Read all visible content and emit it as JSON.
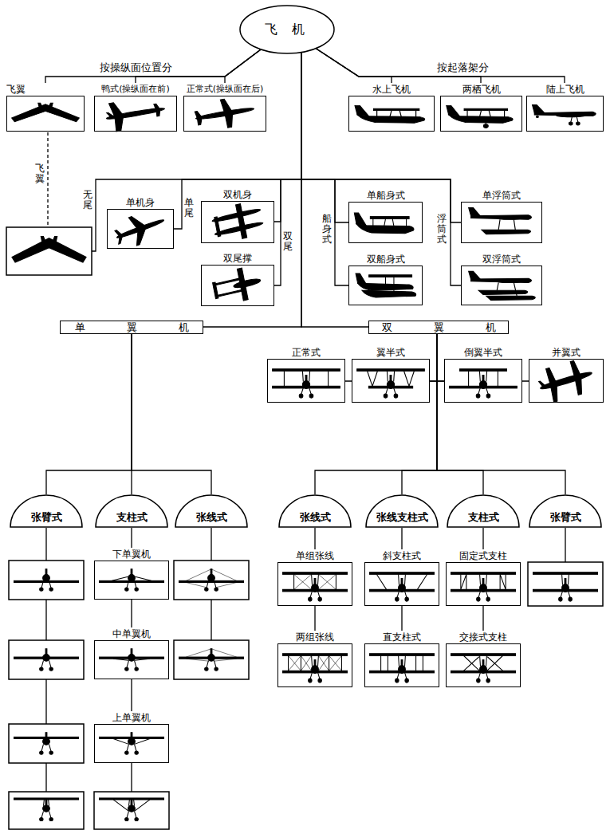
{
  "diagram": {
    "nodes": [
      {
        "text": [
          "飞 机"
        ]
      },
      {
        "text": [
          "飞翼"
        ]
      },
      {
        "text": [
          "鸭式(操纵面在前)"
        ]
      },
      {
        "text": [
          "正常式(操纵面在后)"
        ]
      },
      {
        "text": [
          "水上飞机"
        ]
      },
      {
        "text": [
          "两栖飞机"
        ]
      },
      {
        "text": [
          "陆上飞机"
        ]
      },
      {
        "text": [
          "单机身"
        ]
      },
      {
        "text": [
          "双机身"
        ]
      },
      {
        "text": [
          "双尾撑"
        ]
      },
      {
        "text": [
          "单船身式"
        ]
      },
      {
        "text": [
          "双船身式"
        ]
      },
      {
        "text": [
          "单浮筒式"
        ]
      },
      {
        "text": [
          "双浮筒式"
        ]
      },
      {
        "text": [
          "单翼机"
        ]
      },
      {
        "text": [
          "双翼机"
        ]
      },
      {
        "text": [
          "正常式"
        ]
      },
      {
        "text": [
          "翼半式"
        ]
      },
      {
        "text": [
          "倒翼半式"
        ]
      },
      {
        "text": [
          "并翼式"
        ]
      },
      {
        "text": [
          "张臂式"
        ]
      },
      {
        "text": [
          "支柱式"
        ]
      },
      {
        "text": [
          "张线式"
        ]
      },
      {
        "text": [
          "张线式"
        ]
      },
      {
        "text": [
          "张线支柱式"
        ]
      },
      {
        "text": [
          "支柱式"
        ]
      },
      {
        "text": [
          "张臂式"
        ]
      },
      {
        "text": [
          "下单翼机"
        ]
      },
      {
        "text": [
          "中单翼机"
        ]
      },
      {
        "text": [
          "上单翼机"
        ]
      },
      {
        "text": [
          "单组张线"
        ]
      },
      {
        "text": [
          "斜支柱式"
        ]
      },
      {
        "text": [
          "固定式支柱"
        ]
      },
      {
        "text": [
          "两组张线"
        ]
      },
      {
        "text": [
          "直支柱式"
        ]
      },
      {
        "text": [
          "交接式支柱"
        ]
      }
    ],
    "edges": [
      {
        "from": 0,
        "to": 1,
        "arrow": "none"
      },
      {
        "from": 0,
        "to": 2,
        "label": "按操纵面位置分",
        "arrow": "none"
      },
      {
        "from": 0,
        "to": 3,
        "arrow": "none"
      },
      {
        "from": 0,
        "to": 4,
        "arrow": "none"
      },
      {
        "from": 0,
        "to": 5,
        "label": "按起落架分",
        "arrow": "none"
      },
      {
        "from": 0,
        "to": 6,
        "arrow": "none"
      },
      {
        "from": 0,
        "to": 7,
        "label": "单尾",
        "arrow": "none"
      },
      {
        "from": 0,
        "to": 8,
        "label": "双尾",
        "arrow": "none"
      },
      {
        "from": 0,
        "to": 9,
        "arrow": "none"
      },
      {
        "from": 0,
        "to": 10,
        "label": "船身式",
        "arrow": "none"
      },
      {
        "from": 0,
        "to": 11,
        "arrow": "none"
      },
      {
        "from": 0,
        "to": 12,
        "label": "浮筒式",
        "arrow": "none"
      },
      {
        "from": 0,
        "to": 13,
        "arrow": "none"
      },
      {
        "from": 0,
        "to": 14,
        "arrow": "none"
      },
      {
        "from": 0,
        "to": 15,
        "arrow": "none"
      },
      {
        "from": 15,
        "to": 16,
        "arrow": "none"
      },
      {
        "from": 15,
        "to": 17,
        "arrow": "none"
      },
      {
        "from": 15,
        "to": 18,
        "arrow": "none"
      },
      {
        "from": 15,
        "to": 19,
        "arrow": "none"
      },
      {
        "from": 14,
        "to": 20,
        "arrow": "none"
      },
      {
        "from": 14,
        "to": 21,
        "arrow": "none"
      },
      {
        "from": 14,
        "to": 22,
        "arrow": "none"
      },
      {
        "from": 15,
        "to": 23,
        "arrow": "none"
      },
      {
        "from": 15,
        "to": 24,
        "arrow": "none"
      },
      {
        "from": 15,
        "to": 25,
        "arrow": "none"
      },
      {
        "from": 15,
        "to": 26,
        "arrow": "none"
      },
      {
        "from": 21,
        "to": 27,
        "arrow": "none"
      },
      {
        "from": 27,
        "to": 28,
        "arrow": "none"
      },
      {
        "from": 28,
        "to": 29,
        "arrow": "none"
      },
      {
        "from": 23,
        "to": 30,
        "arrow": "none"
      },
      {
        "from": 30,
        "to": 33,
        "arrow": "none"
      },
      {
        "from": 24,
        "to": 31,
        "arrow": "none"
      },
      {
        "from": 31,
        "to": 34,
        "arrow": "none"
      },
      {
        "from": 25,
        "to": 32,
        "arrow": "none"
      },
      {
        "from": 32,
        "to": 35,
        "arrow": "none"
      }
    ],
    "labels": [
      "飞翼",
      "无尾"
    ]
  }
}
